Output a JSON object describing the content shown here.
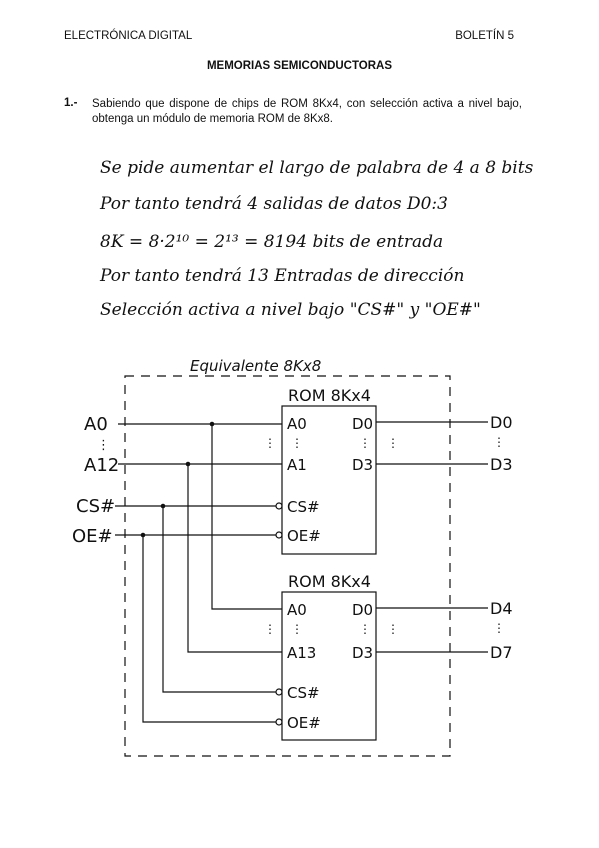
{
  "header": {
    "left": "ELECTRÓNICA DIGITAL",
    "right": "BOLETÍN 5"
  },
  "title": "MEMORIAS SEMICONDUCTORAS",
  "exercise": {
    "number": "1.-",
    "text": "Sabiendo que dispone de chips de ROM 8Kx4, con selección activa a nivel bajo, obtenga un módulo de memoria ROM de 8Kx8."
  },
  "handwritten_lines": [
    "Se pide aumentar el largo de palabra de 4 a 8 bits",
    "Por tanto tendrá 4 salidas de datos D0:3",
    "8K = 8·2¹⁰ = 2¹³ = 8194 bits de entrada",
    "Por tanto tendrá 13 Entradas de dirección",
    "Selección activa a nivel bajo \"CS#\" y \"OE#\""
  ],
  "diagram": {
    "equivalent_label": "Equivalente 8Kx8",
    "inputs": {
      "a0": "A0",
      "a12": "A12",
      "cs": "CS#",
      "oe": "OE#",
      "dots": "⋮"
    },
    "chip1": {
      "title": "ROM 8Kx4",
      "a0": "A0",
      "a1": "A1",
      "cs": "CS#",
      "oe": "OE#",
      "d0": "D0",
      "d3": "D3"
    },
    "chip2": {
      "title": "ROM 8Kx4",
      "a0": "A0",
      "a1": "A13",
      "cs": "CS#",
      "oe": "OE#",
      "d0": "D0",
      "d3": "D3"
    },
    "outputs": {
      "o1": "D0",
      "o2": "D3",
      "o3": "D4",
      "o4": "D7"
    }
  }
}
